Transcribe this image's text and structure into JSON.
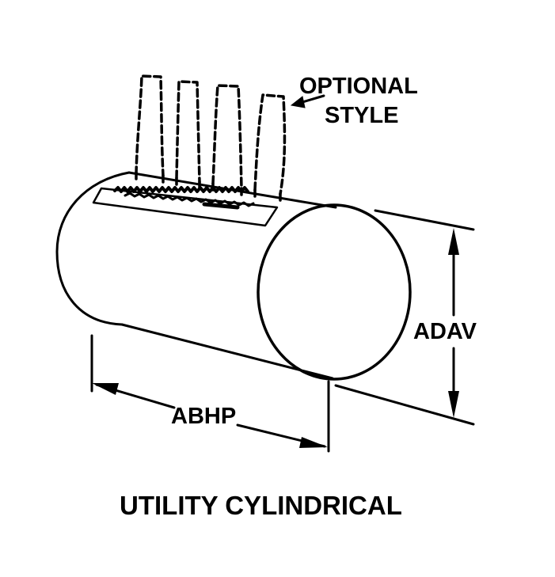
{
  "labels": {
    "optional_line1": "OPTIONAL",
    "optional_line2": "STYLE",
    "height_dim": "ADAV",
    "length_dim": "ABHP",
    "title": "UTILITY CYLINDRICAL"
  },
  "colors": {
    "ink": "#000000",
    "background": "#ffffff"
  }
}
